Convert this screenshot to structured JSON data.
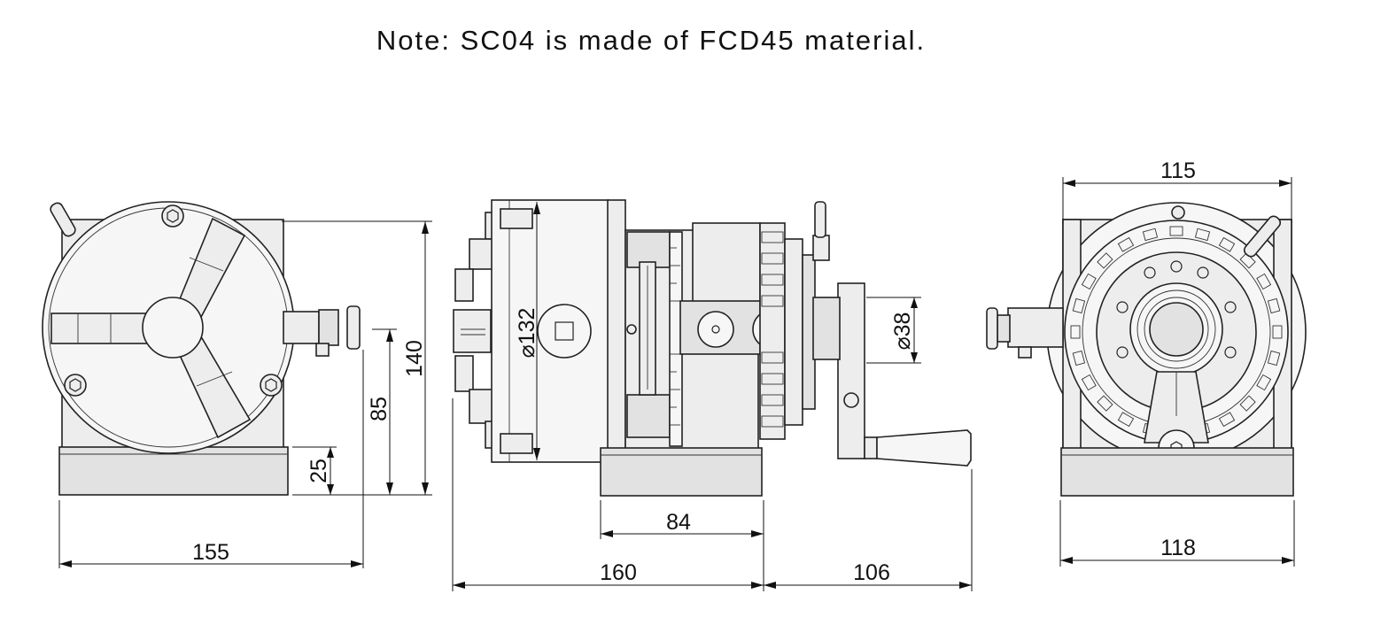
{
  "note": "Note: SC04 is made of FCD45 material.",
  "dimensions": {
    "front_width": "155",
    "front_height": "140",
    "center_height": "85",
    "base_height": "25",
    "chuck_diameter": "⌀132",
    "spindle_diameter": "⌀38",
    "base_length": "84",
    "body_length": "160",
    "handle_length": "106",
    "rear_width_top": "115",
    "rear_width_bottom": "118"
  },
  "colors": {
    "line": "#222222",
    "fill": "#ededed"
  }
}
